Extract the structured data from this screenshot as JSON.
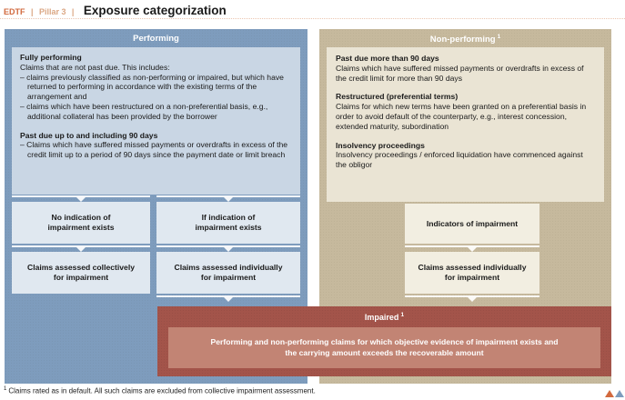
{
  "header": {
    "brand": "EDTF",
    "separator": "|",
    "section": "Pillar 3",
    "title": "Exposure categorization"
  },
  "left_panel": {
    "title": "Performing",
    "sections": [
      {
        "heading": "Fully performing",
        "intro": "Claims that are not past due. This includes:",
        "bullets": [
          "– claims previously classified as non-performing or impaired, but which have returned to performing in accordance with the existing terms of the arrangement and",
          "– claims which have been restructured on a non-preferential basis, e.g., additional collateral has been provided by the borrower"
        ]
      },
      {
        "heading": "Past due up to and including 90 days",
        "bullets": [
          "– Claims which have suffered missed payments or overdrafts in excess of the credit limit up to a period of 90 days since the payment date or limit breach"
        ]
      }
    ],
    "flow": {
      "no_indication": "No indication of\nimpairment exists",
      "if_indication": "If indication of\nimpairment exists",
      "assessed_collectively": "Claims assessed collectively\nfor impairment",
      "assessed_individually": "Claims assessed individually\nfor impairment"
    }
  },
  "right_panel": {
    "title": "Non-performing",
    "title_sup": "1",
    "sections": [
      {
        "heading": "Past due more than 90 days",
        "body": "Claims which have suffered missed payments or overdrafts in excess of the credit limit for more than 90 days"
      },
      {
        "heading": "Restructured (preferential terms)",
        "body": "Claims for which new terms have been granted on a preferential basis in order to avoid default of the counterparty, e.g., interest concession, extended maturity, subordination"
      },
      {
        "heading": "Insolvency proceedings",
        "body": "Insolvency proceedings / enforced liquidation have commenced against the obligor"
      }
    ],
    "flow": {
      "indicators": "Indicators of impairment",
      "assessed_individually": "Claims assessed individually\nfor impairment"
    }
  },
  "impaired": {
    "title": "Impaired",
    "title_sup": "1",
    "body": "Performing and non-performing claims for which objective evidence of impairment exists and\nthe carrying amount exceeds the recoverable amount"
  },
  "footnote": {
    "marker": "1",
    "text": "Claims rated as in default. All such claims are excluded from collective impairment assessment."
  },
  "colors": {
    "performing_blue": "#7E9CBD",
    "non_performing_tan": "#C6B99D",
    "impaired_red": "#A3544A",
    "brand_orange": "#D2693E"
  }
}
